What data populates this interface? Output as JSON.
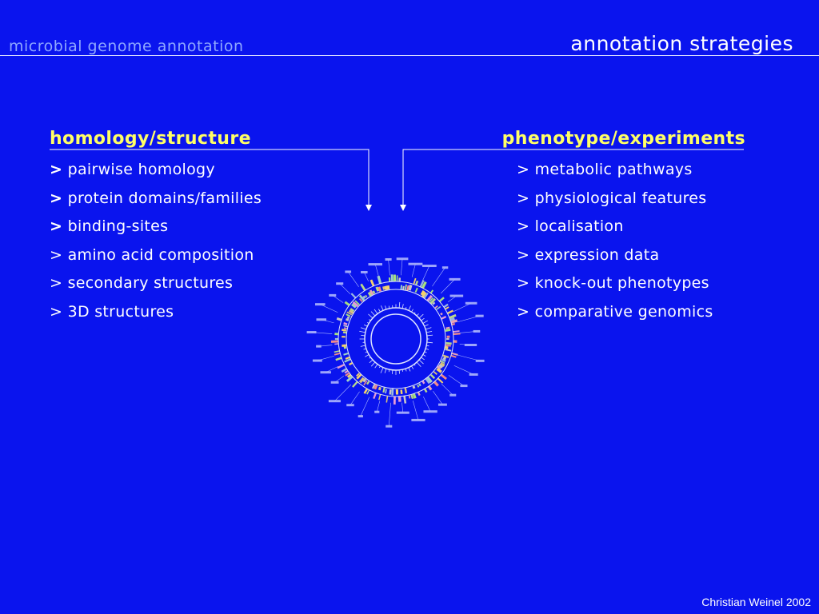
{
  "header": {
    "topic": "microbial genome annotation",
    "section": "annotation strategies"
  },
  "left_column": {
    "heading": "homology/structure",
    "items": [
      {
        "marker": ">",
        "text": "pairwise homology",
        "bold_marker": true
      },
      {
        "marker": ">",
        "text": "protein domains/families",
        "bold_marker": true
      },
      {
        "marker": ">",
        "text": "binding-sites",
        "bold_marker": true
      },
      {
        "marker": ">",
        "text": "amino acid composition",
        "bold_marker": false
      },
      {
        "marker": ">",
        "text": "secondary structures",
        "bold_marker": false
      },
      {
        "marker": ">",
        "text": "3D structures",
        "bold_marker": false
      }
    ]
  },
  "right_column": {
    "heading": "phenotype/experiments",
    "items": [
      {
        "marker": ">",
        "text": "metabolic pathways"
      },
      {
        "marker": ">",
        "text": "physiological features"
      },
      {
        "marker": ">",
        "text": "localisation"
      },
      {
        "marker": ">",
        "text": "expression data"
      },
      {
        "marker": ">",
        "text": "knock-out phenotypes"
      },
      {
        "marker": ">",
        "text": "comparative genomics"
      }
    ]
  },
  "footer": {
    "credit": "Christian Weinel 2002"
  },
  "colors": {
    "background": "#0a14ee",
    "heading": "#ffff66",
    "text": "#ffffff",
    "topic": "#8fa8ff"
  }
}
